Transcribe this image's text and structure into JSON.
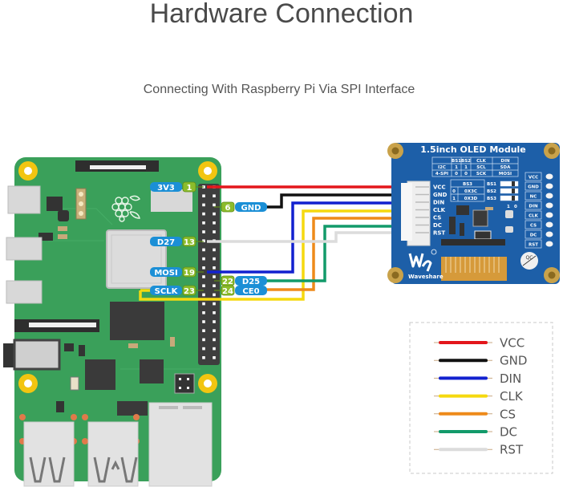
{
  "header": {
    "title": "Hardware Connection",
    "subtitle": "Connecting With Raspberry Pi Via SPI Interface"
  },
  "raspberry_pi": {
    "pins": [
      {
        "label": "3V3",
        "pin": "1",
        "side": "left"
      },
      {
        "label": "GND",
        "pin": "6",
        "side": "right"
      },
      {
        "label": "D27",
        "pin": "13",
        "side": "left"
      },
      {
        "label": "MOSI",
        "pin": "19",
        "side": "left"
      },
      {
        "label": "D25",
        "pin": "22",
        "side": "right"
      },
      {
        "label": "SCLK",
        "pin": "23",
        "side": "left"
      },
      {
        "label": "CE0",
        "pin": "24",
        "side": "right"
      }
    ]
  },
  "oled_module": {
    "title": "1.5inch OLED Module",
    "brand": "Waveshare",
    "connector_pins": [
      "VCC",
      "GND",
      "DIN",
      "CLK",
      "CS",
      "DC",
      "RST"
    ],
    "side_pins": [
      "VCC",
      "GND",
      "NC",
      "DIN",
      "CLK",
      "CS",
      "DC",
      "RST"
    ],
    "mode_table": {
      "header": [
        "",
        "BS1",
        "BS2",
        "CLK",
        "DIN"
      ],
      "rows": [
        [
          "I2C",
          "1",
          "1",
          "SCL",
          "SDA"
        ],
        [
          "4-SPI",
          "0",
          "0",
          "SCK",
          "MOSI"
        ]
      ]
    },
    "bs3_table": {
      "header": "BS3",
      "rows": [
        [
          "0",
          "0X3C"
        ],
        [
          "1",
          "0X3D"
        ]
      ]
    },
    "switch_labels": [
      "BS1",
      "BS2",
      "BS3"
    ],
    "switch_scale": [
      "1",
      "0"
    ]
  },
  "wires": [
    {
      "signal": "VCC",
      "color": "#e3161b",
      "pi_pin": "1"
    },
    {
      "signal": "GND",
      "color": "#111111",
      "pi_pin": "6"
    },
    {
      "signal": "DIN",
      "color": "#1221cf",
      "pi_pin": "19"
    },
    {
      "signal": "CLK",
      "color": "#f5d90f",
      "pi_pin": "23"
    },
    {
      "signal": "CS",
      "color": "#ee8a1a",
      "pi_pin": "24"
    },
    {
      "signal": "DC",
      "color": "#129a6a",
      "pi_pin": "22"
    },
    {
      "signal": "RST",
      "color": "#dcdcdc",
      "pi_pin": "13"
    }
  ],
  "legend": {
    "items": [
      {
        "label": "VCC",
        "color": "#e3161b"
      },
      {
        "label": "GND",
        "color": "#111111"
      },
      {
        "label": "DIN",
        "color": "#1221cf"
      },
      {
        "label": "CLK",
        "color": "#f5d90f"
      },
      {
        "label": "CS",
        "color": "#ee8a1a"
      },
      {
        "label": "DC",
        "color": "#129a6a"
      },
      {
        "label": "RST",
        "color": "#dcdcdc"
      }
    ]
  },
  "colors": {
    "pcb_green": "#3aa05a",
    "oled_blue": "#1d5fa8",
    "pin_label_blue": "#1b8fd6",
    "pin_number_green": "#8cbc2b"
  }
}
